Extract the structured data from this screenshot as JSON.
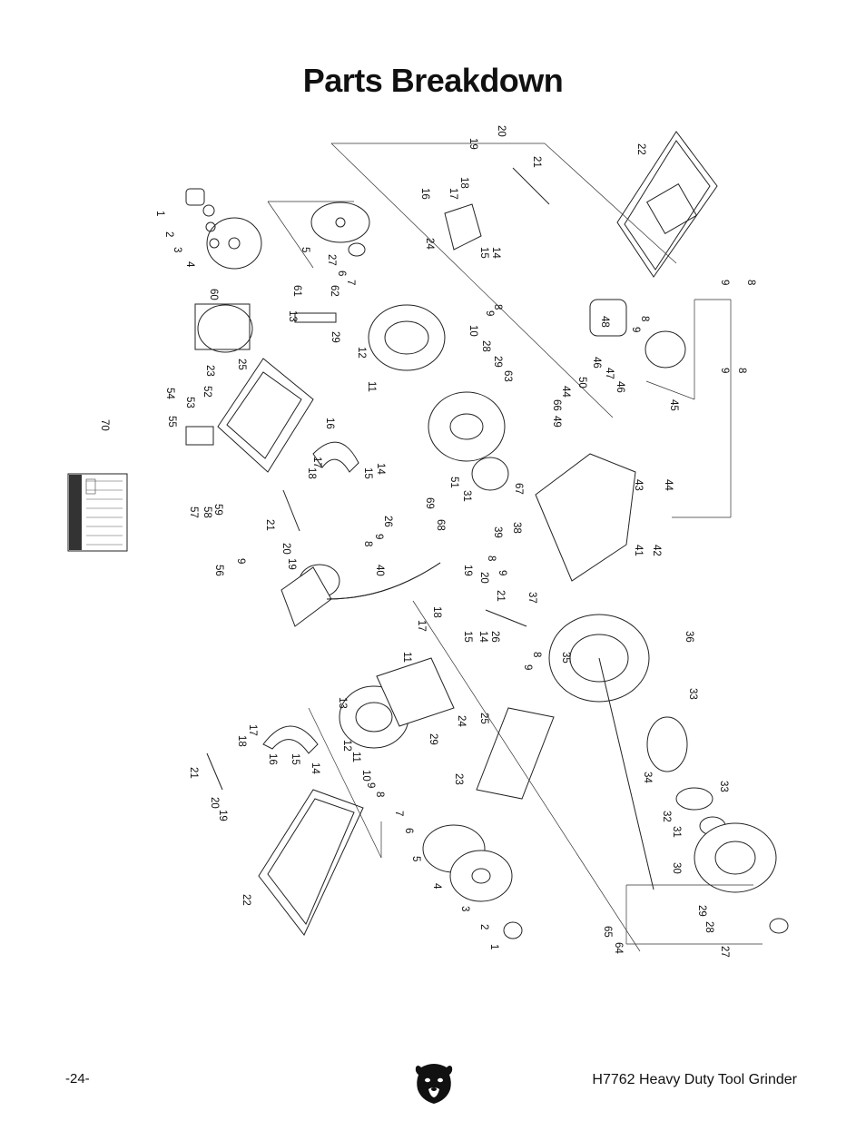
{
  "page": {
    "title": "Parts Breakdown",
    "page_number": "-24-",
    "footer_title": "H7762 Heavy Duty Tool Grinder"
  },
  "icons": {
    "footer_logo": "grizzly-bear-head-icon",
    "machine_label": "machine-label-decal-icon"
  },
  "part_callouts": [
    "1",
    "2",
    "3",
    "4",
    "5",
    "6",
    "7",
    "8",
    "9",
    "10",
    "11",
    "12",
    "13",
    "14",
    "15",
    "16",
    "17",
    "18",
    "19",
    "20",
    "21",
    "22",
    "23",
    "24",
    "25",
    "26",
    "27",
    "28",
    "29",
    "30",
    "31",
    "32",
    "33",
    "34",
    "35",
    "36",
    "37",
    "38",
    "39",
    "40",
    "41",
    "42",
    "43",
    "44",
    "45",
    "46",
    "47",
    "48",
    "49",
    "50",
    "51",
    "52",
    "53",
    "54",
    "55",
    "56",
    "57",
    "58",
    "59",
    "60",
    "61",
    "62",
    "63",
    "64",
    "65",
    "66",
    "67",
    "68",
    "69",
    "70"
  ]
}
